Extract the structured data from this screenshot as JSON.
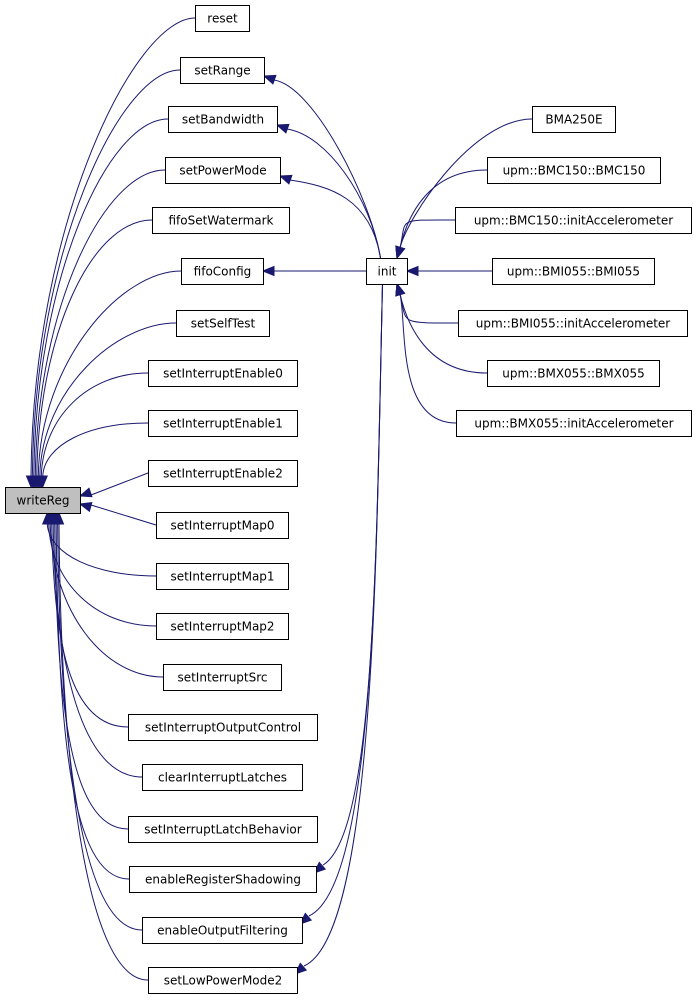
{
  "nodes": [
    {
      "id": "writeReg",
      "label": "writeReg",
      "root": true
    },
    {
      "id": "reset",
      "label": "reset"
    },
    {
      "id": "setRange",
      "label": "setRange"
    },
    {
      "id": "setBandwidth",
      "label": "setBandwidth"
    },
    {
      "id": "setPowerMode",
      "label": "setPowerMode"
    },
    {
      "id": "fifoSetWatermark",
      "label": "fifoSetWatermark"
    },
    {
      "id": "fifoConfig",
      "label": "fifoConfig"
    },
    {
      "id": "setSelfTest",
      "label": "setSelfTest"
    },
    {
      "id": "setInterruptEnable0",
      "label": "setInterruptEnable0"
    },
    {
      "id": "setInterruptEnable1",
      "label": "setInterruptEnable1"
    },
    {
      "id": "setInterruptEnable2",
      "label": "setInterruptEnable2"
    },
    {
      "id": "setInterruptMap0",
      "label": "setInterruptMap0"
    },
    {
      "id": "setInterruptMap1",
      "label": "setInterruptMap1"
    },
    {
      "id": "setInterruptMap2",
      "label": "setInterruptMap2"
    },
    {
      "id": "setInterruptSrc",
      "label": "setInterruptSrc"
    },
    {
      "id": "setInterruptOutputControl",
      "label": "setInterruptOutputControl"
    },
    {
      "id": "clearInterruptLatches",
      "label": "clearInterruptLatches"
    },
    {
      "id": "setInterruptLatchBehavior",
      "label": "setInterruptLatchBehavior"
    },
    {
      "id": "enableRegisterShadowing",
      "label": "enableRegisterShadowing"
    },
    {
      "id": "enableOutputFiltering",
      "label": "enableOutputFiltering"
    },
    {
      "id": "setLowPowerMode2",
      "label": "setLowPowerMode2"
    },
    {
      "id": "init",
      "label": "init"
    },
    {
      "id": "BMA250E",
      "label": "BMA250E"
    },
    {
      "id": "BMC150ctor",
      "label": "upm::BMC150::BMC150"
    },
    {
      "id": "BMC150init",
      "label": "upm::BMC150::initAccelerometer"
    },
    {
      "id": "BMI055ctor",
      "label": "upm::BMI055::BMI055"
    },
    {
      "id": "BMI055init",
      "label": "upm::BMI055::initAccelerometer"
    },
    {
      "id": "BMX055ctor",
      "label": "upm::BMX055::BMX055"
    },
    {
      "id": "BMX055init",
      "label": "upm::BMX055::initAccelerometer"
    }
  ],
  "edges": [
    {
      "from": "reset",
      "to": "writeReg"
    },
    {
      "from": "setRange",
      "to": "writeReg"
    },
    {
      "from": "setBandwidth",
      "to": "writeReg"
    },
    {
      "from": "setPowerMode",
      "to": "writeReg"
    },
    {
      "from": "fifoSetWatermark",
      "to": "writeReg"
    },
    {
      "from": "fifoConfig",
      "to": "writeReg"
    },
    {
      "from": "setSelfTest",
      "to": "writeReg"
    },
    {
      "from": "setInterruptEnable0",
      "to": "writeReg"
    },
    {
      "from": "setInterruptEnable1",
      "to": "writeReg"
    },
    {
      "from": "setInterruptEnable2",
      "to": "writeReg"
    },
    {
      "from": "setInterruptMap0",
      "to": "writeReg"
    },
    {
      "from": "setInterruptMap1",
      "to": "writeReg"
    },
    {
      "from": "setInterruptMap2",
      "to": "writeReg"
    },
    {
      "from": "setInterruptSrc",
      "to": "writeReg"
    },
    {
      "from": "setInterruptOutputControl",
      "to": "writeReg"
    },
    {
      "from": "clearInterruptLatches",
      "to": "writeReg"
    },
    {
      "from": "setInterruptLatchBehavior",
      "to": "writeReg"
    },
    {
      "from": "enableRegisterShadowing",
      "to": "writeReg"
    },
    {
      "from": "enableOutputFiltering",
      "to": "writeReg"
    },
    {
      "from": "setLowPowerMode2",
      "to": "writeReg"
    },
    {
      "from": "init",
      "to": "setRange"
    },
    {
      "from": "init",
      "to": "setBandwidth"
    },
    {
      "from": "init",
      "to": "setPowerMode"
    },
    {
      "from": "init",
      "to": "fifoConfig"
    },
    {
      "from": "init",
      "to": "enableRegisterShadowing"
    },
    {
      "from": "init",
      "to": "enableOutputFiltering"
    },
    {
      "from": "init",
      "to": "setLowPowerMode2"
    },
    {
      "from": "BMA250E",
      "to": "init"
    },
    {
      "from": "BMC150ctor",
      "to": "init"
    },
    {
      "from": "BMC150init",
      "to": "init"
    },
    {
      "from": "BMI055ctor",
      "to": "init"
    },
    {
      "from": "BMI055init",
      "to": "init"
    },
    {
      "from": "BMX055ctor",
      "to": "init"
    },
    {
      "from": "BMX055init",
      "to": "init"
    }
  ],
  "colors": {
    "edge": "#191970",
    "root_fill": "#bfbfbf",
    "node_fill": "#ffffff",
    "node_border": "#000000"
  }
}
